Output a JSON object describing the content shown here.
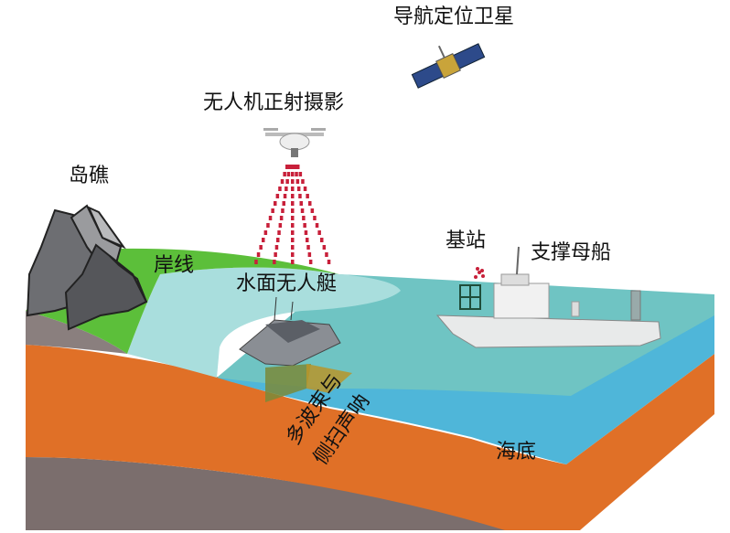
{
  "labels": {
    "satellite": "导航定位卫星",
    "drone": "无人机正射摄影",
    "island": "岛礁",
    "shoreline": "岸线",
    "usv": "水面无人艇",
    "base_station": "基站",
    "mother_ship": "支撑母船",
    "multibeam": "多波束与",
    "sidescan": "侧扫声呐",
    "seabed": "海底"
  },
  "colors": {
    "land": "#5cbf3a",
    "shallow": "#a9dedd",
    "sea_surface": "#6fc4c3",
    "sea_side": "#4fb6d9",
    "sediment": "#e07027",
    "bedrock": "#7b6e6d",
    "beam": "#c8203a",
    "rock": "#56575b"
  }
}
